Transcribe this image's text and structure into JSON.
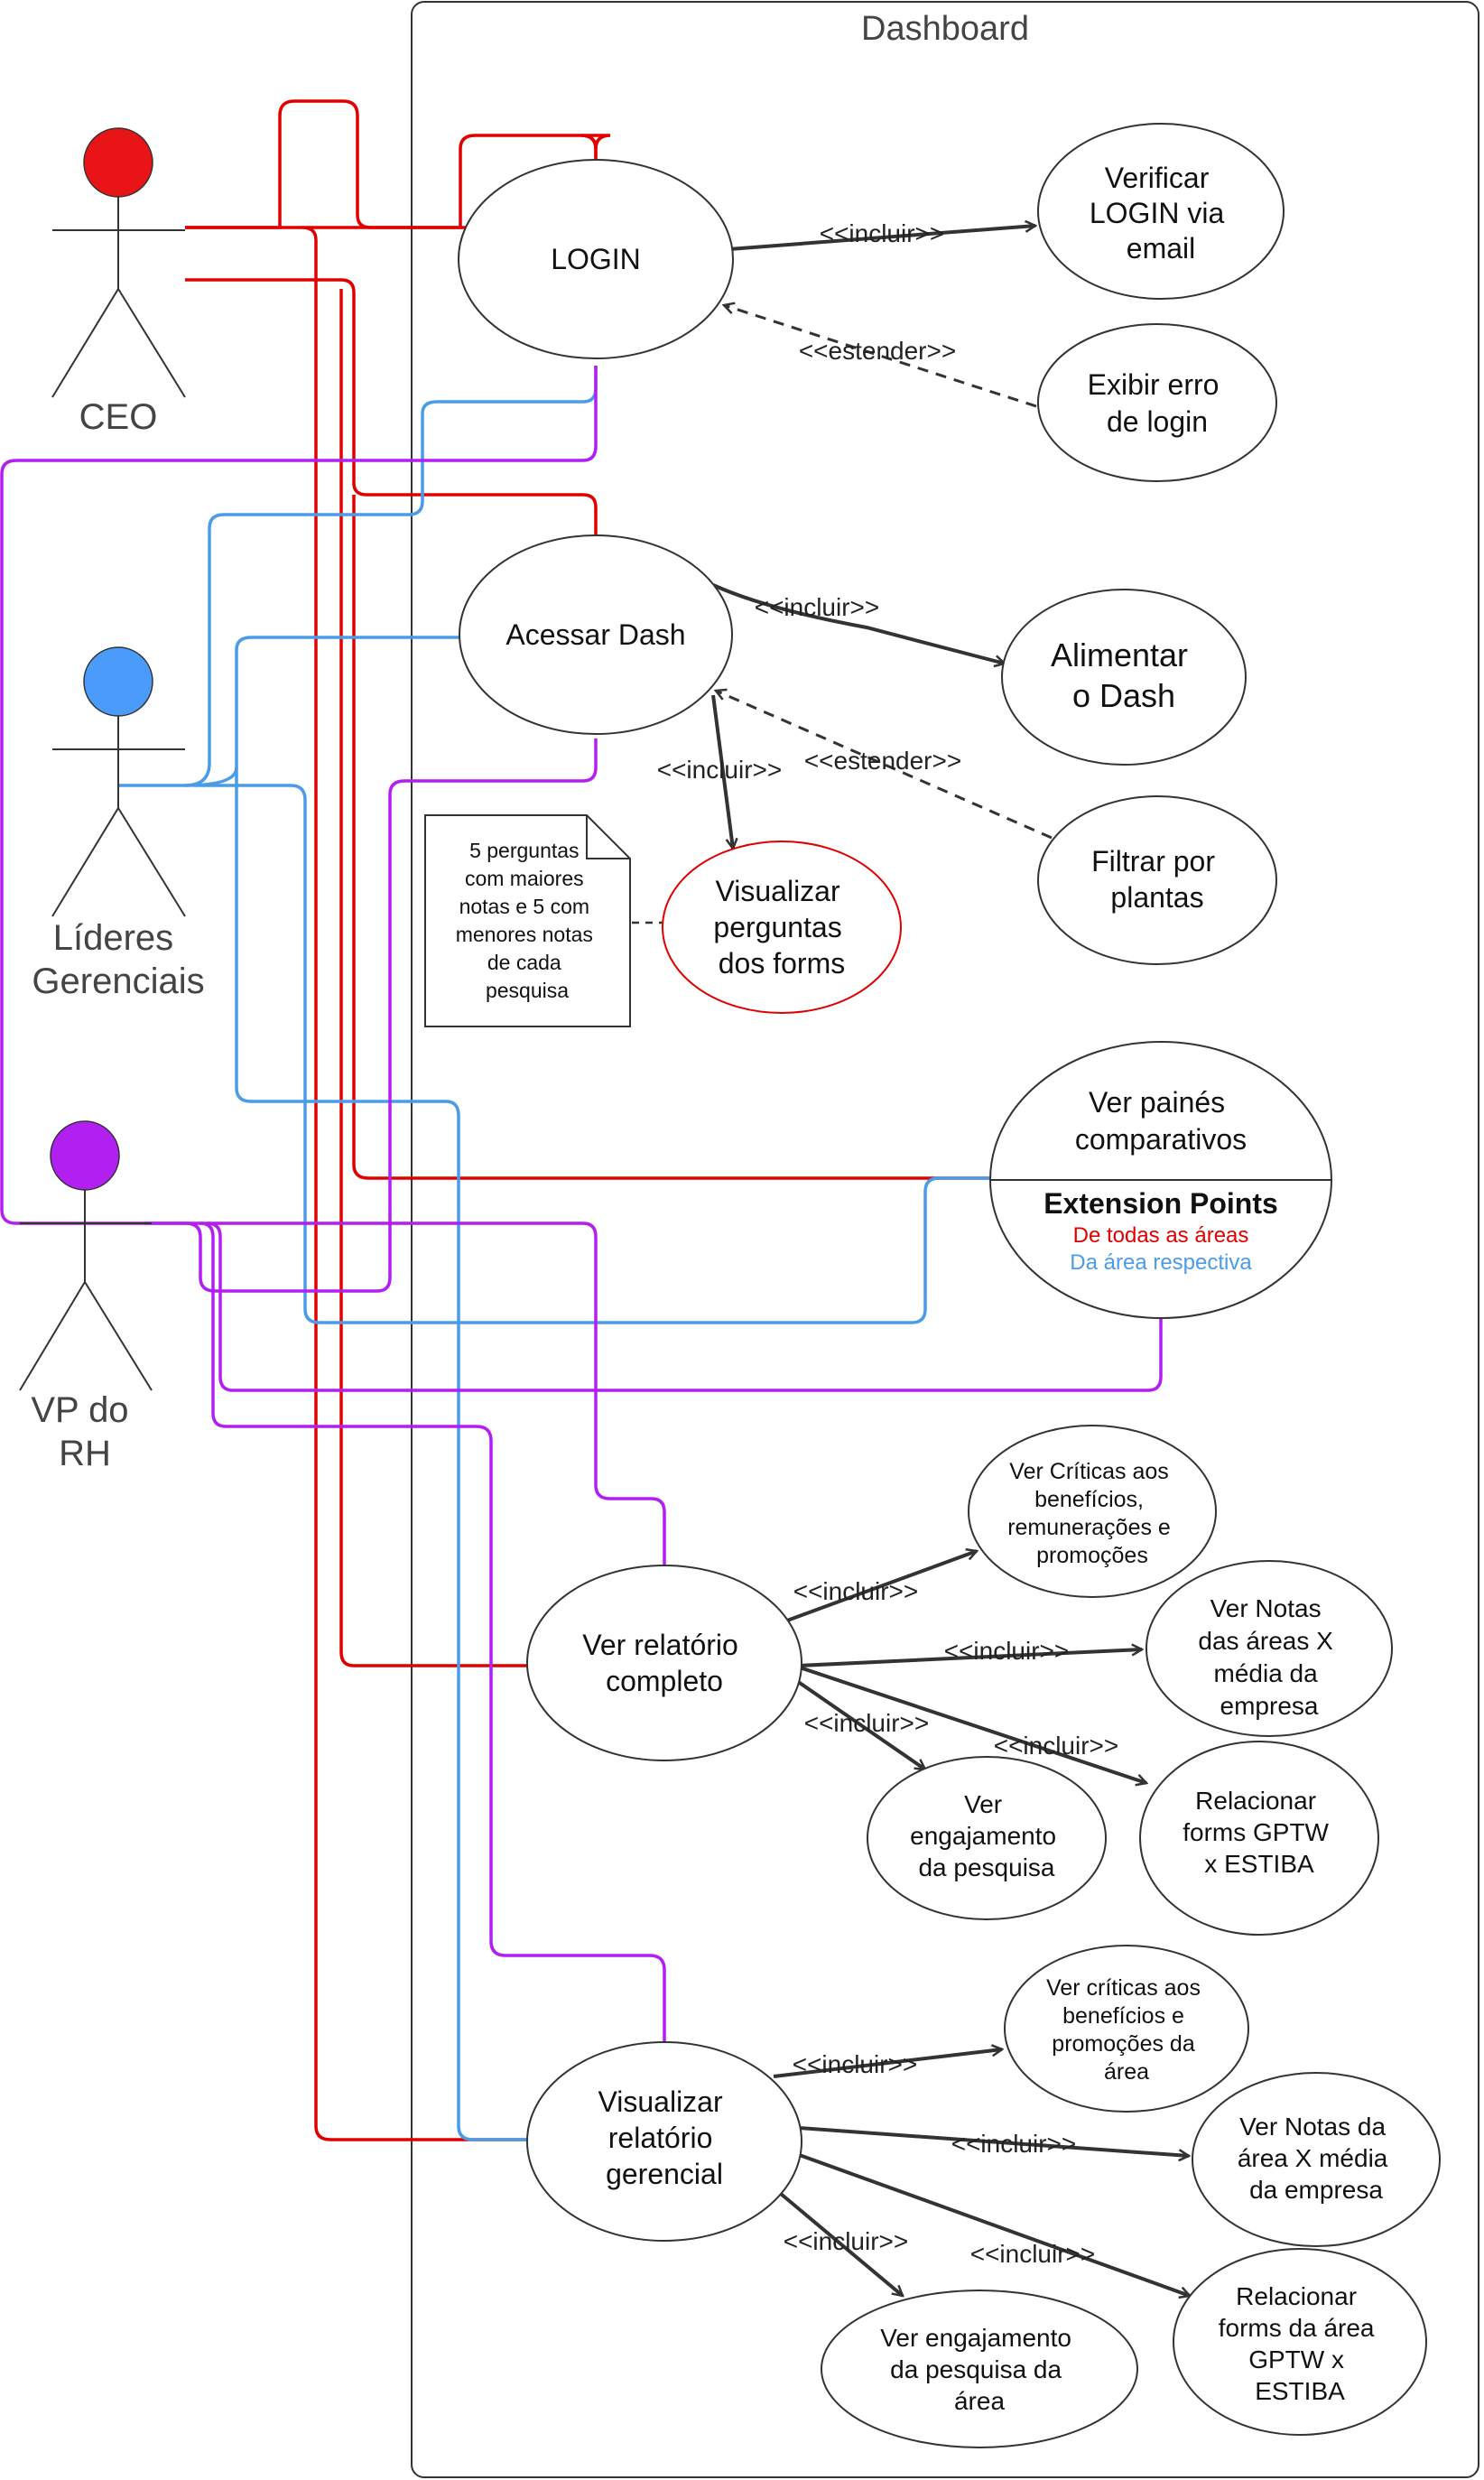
{
  "boundary": {
    "title": "Dashboard"
  },
  "colors": {
    "ceo": "#e00000",
    "lideres": "#4a9be8",
    "vp": "#b21ff0",
    "line": "#333333",
    "ext_red": "#e00000",
    "ext_blue": "#4a9be8"
  },
  "actors": {
    "ceo": {
      "label": [
        "CEO"
      ],
      "color": "#e81416"
    },
    "lideres": {
      "label": [
        "Líderes",
        "Gerenciais"
      ],
      "color": "#4a9bfa"
    },
    "vp": {
      "label": [
        "VP do",
        "RH"
      ],
      "color": "#b11ff1"
    }
  },
  "usecases": {
    "login": {
      "label": [
        "LOGIN"
      ]
    },
    "verificar_login": {
      "label": [
        "Verificar",
        "LOGIN via",
        "email"
      ]
    },
    "erro_login": {
      "label": [
        "Exibir erro",
        "de login"
      ]
    },
    "acessar_dash": {
      "label": [
        "Acessar Dash"
      ]
    },
    "alimentar_dash": {
      "label": [
        "Alimentar",
        "o Dash"
      ]
    },
    "filtrar_plantas": {
      "label": [
        "Filtrar por",
        "plantas"
      ]
    },
    "visualizar_perguntas": {
      "label": [
        "Visualizar",
        "perguntas",
        "dos forms"
      ]
    },
    "paineis": {
      "label": [
        "Ver painés",
        "comparativos"
      ],
      "ext_title": "Extension Points",
      "ext_1": "De todas as áreas",
      "ext_2": "Da área respectiva"
    },
    "relatorio_completo": {
      "label": [
        "Ver relatório",
        "completo"
      ]
    },
    "criticas": {
      "label": [
        "Ver Críticas aos",
        "benefícios,",
        "remunerações e",
        "promoções"
      ]
    },
    "notas_areas": {
      "label": [
        "Ver Notas",
        "das áreas X",
        "média da",
        "empresa"
      ]
    },
    "engajamento": {
      "label": [
        "Ver",
        "engajamento",
        "da pesquisa"
      ]
    },
    "relacionar": {
      "label": [
        "Relacionar",
        "forms GPTW",
        "x ESTIBA"
      ]
    },
    "relatorio_gerencial": {
      "label": [
        "Visualizar",
        "relatório",
        "gerencial"
      ]
    },
    "criticas_area": {
      "label": [
        "Ver críticas aos",
        "benefícios e",
        "promoções da",
        "área"
      ]
    },
    "notas_area": {
      "label": [
        "Ver Notas da",
        "área X média",
        "da empresa"
      ]
    },
    "engajamento_area": {
      "label": [
        "Ver engajamento",
        "da pesquisa da",
        "área"
      ]
    },
    "relacionar_area": {
      "label": [
        "Relacionar",
        "forms da área",
        "GPTW x",
        "ESTIBA"
      ]
    }
  },
  "note": {
    "lines": [
      "5 perguntas",
      "com maiores",
      "notas e 5 com",
      "menores notas",
      "de cada",
      "pesquisa"
    ]
  },
  "relations": {
    "incluir": "<<incluir>>",
    "estender": "<<estender>>"
  }
}
